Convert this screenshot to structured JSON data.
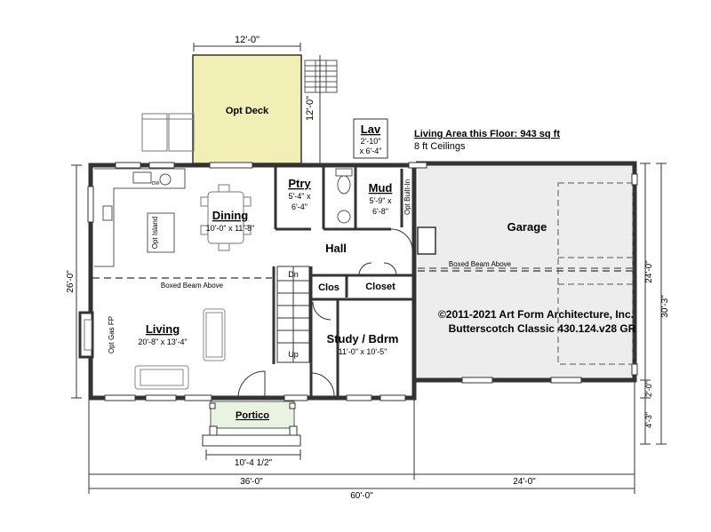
{
  "colors": {
    "wall": "#333333",
    "deck": "#f2efb6",
    "garage": "#ededed",
    "portico": "#e8f3e0",
    "fixture": "#888888"
  },
  "dimensions": {
    "deck_width": "12'-0\"",
    "deck_depth": "12'-0\"",
    "left_depth": "26'-0\"",
    "right_upper": "24'-0\"",
    "right_total": "30'-3\"",
    "right_mid": "2'-0\"",
    "right_lower": "4'-3\"",
    "portico_width": "10'-4 1/2\"",
    "house_width": "36'-0\"",
    "garage_width": "24'-0\"",
    "total_width": "60'-0\""
  },
  "rooms": {
    "opt_deck": "Opt Deck",
    "lav": {
      "name": "Lav",
      "size_line1": "2'-10\"",
      "size_line2": "x 6'-4\""
    },
    "ptry": {
      "name": "Ptry",
      "size_line1": "5'-4\" x",
      "size_line2": "6'-4\""
    },
    "mud": {
      "name": "Mud",
      "size_line1": "5'-9\" x",
      "size_line2": "6'-8\""
    },
    "dining": {
      "name": "Dining",
      "size": "10'-0\" x 11'-8\""
    },
    "hall": "Hall",
    "garage": "Garage",
    "clos": "Clos",
    "closet": "Closet",
    "living": {
      "name": "Living",
      "size": "20'-8\" x 13'-4\""
    },
    "study": {
      "name": "Study / Bdrm",
      "size": "11'-0\" x 10'-5\""
    },
    "portico": "Portico"
  },
  "notes": {
    "living_area": "Living Area this Floor: 943 sq ft",
    "ceilings": "8 ft Ceilings",
    "boxed_beam_left": "Boxed Beam Above",
    "boxed_beam_garage": "Boxed Beam Above",
    "opt_island": "Opt Island",
    "opt_gas_fp": "Opt Gas FP",
    "opt_built_in": "Opt Built-In",
    "stair_down": "Dn",
    "stair_up": "Up",
    "dw": "DW",
    "copyright": "©2011-2021 Art Form Architecture, Inc.",
    "plan_name": "Butterscotch Classic  430.124.v28 GR"
  }
}
